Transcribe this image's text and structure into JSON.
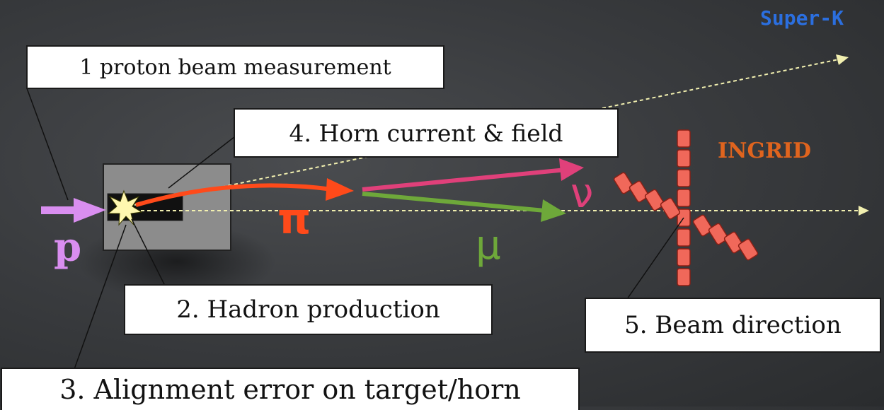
{
  "labels": {
    "proton_beam": "1 proton beam measurement",
    "hadron_production": "2. Hadron production",
    "alignment": "3. Alignment error on target/horn",
    "horn_current": "4. Horn current & field",
    "beam_direction": "5. Beam direction"
  },
  "particles": {
    "proton": "p",
    "pion": "π",
    "muon": "μ",
    "neutrino": "ν"
  },
  "detectors": {
    "superk": "Super-K",
    "ingrid": "INGRID"
  },
  "colors": {
    "proton": "#d98ef0",
    "pion": "#ff4a1a",
    "muon": "#6ea83a",
    "neutrino": "#e0407a",
    "superk": "#2b6fe0",
    "ingrid": "#e0641e",
    "ingrid_module": "#f0685a",
    "beam_axis": "#f2f0b0"
  }
}
